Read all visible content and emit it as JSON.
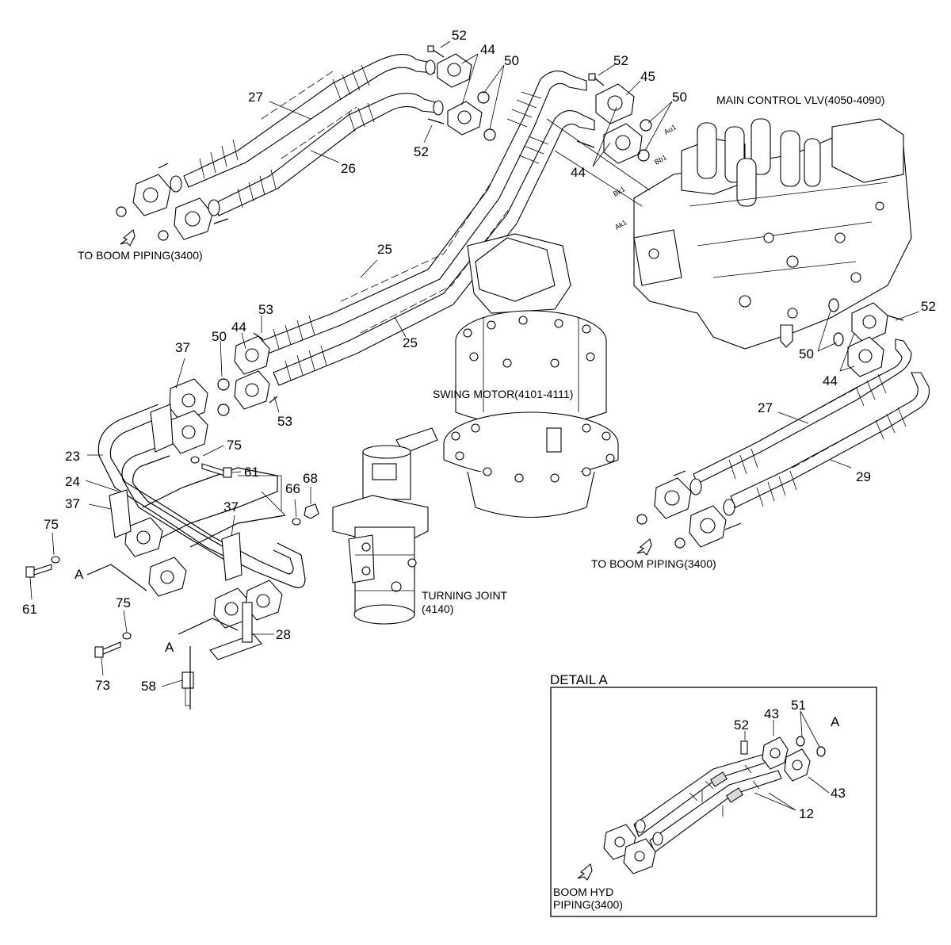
{
  "captions": {
    "main_control_valve": "MAIN CONTROL VLV(4050-4090)",
    "swing_motor": "SWING MOTOR(4101-4111)",
    "turning_joint_line1": "TURNING JOINT",
    "turning_joint_line2": "(4140)",
    "boom_piping_upper": "TO BOOM PIPING(3400)",
    "boom_piping_lower": "TO BOOM PIPING(3400)",
    "detail_title": "DETAIL  A",
    "boom_hyd_line1": "BOOM HYD",
    "boom_hyd_line2": "PIPING(3400)"
  },
  "port_labels": {
    "au1": "Au1",
    "bb1": "Bb1",
    "bk1": "Bk1",
    "ak1": "Ak1"
  },
  "callouts": {
    "c52a": "52",
    "c44a": "44",
    "c50a": "50",
    "c27a": "27",
    "c52b": "52",
    "c26": "26",
    "c52c": "52",
    "c45": "45",
    "c50b": "50",
    "c44b": "44",
    "c25a": "25",
    "c25b": "25",
    "c53a": "53",
    "c44c": "44",
    "c50c": "50",
    "c37a": "37",
    "c53b": "53",
    "c52d": "52",
    "c50d": "50",
    "c44d": "44",
    "c27b": "27",
    "c29": "29",
    "c23": "23",
    "c24": "24",
    "c75a": "75",
    "c61a": "61",
    "c37b": "37",
    "c37c": "37",
    "c66": "66",
    "c68": "68",
    "c75b": "75",
    "c61b": "61",
    "cA1": "A",
    "c75c": "75",
    "cA2": "A",
    "c28": "28",
    "c73": "73",
    "c58": "58",
    "d52": "52",
    "d43a": "43",
    "d51": "51",
    "dA": "A",
    "d43b": "43",
    "d12": "12"
  }
}
